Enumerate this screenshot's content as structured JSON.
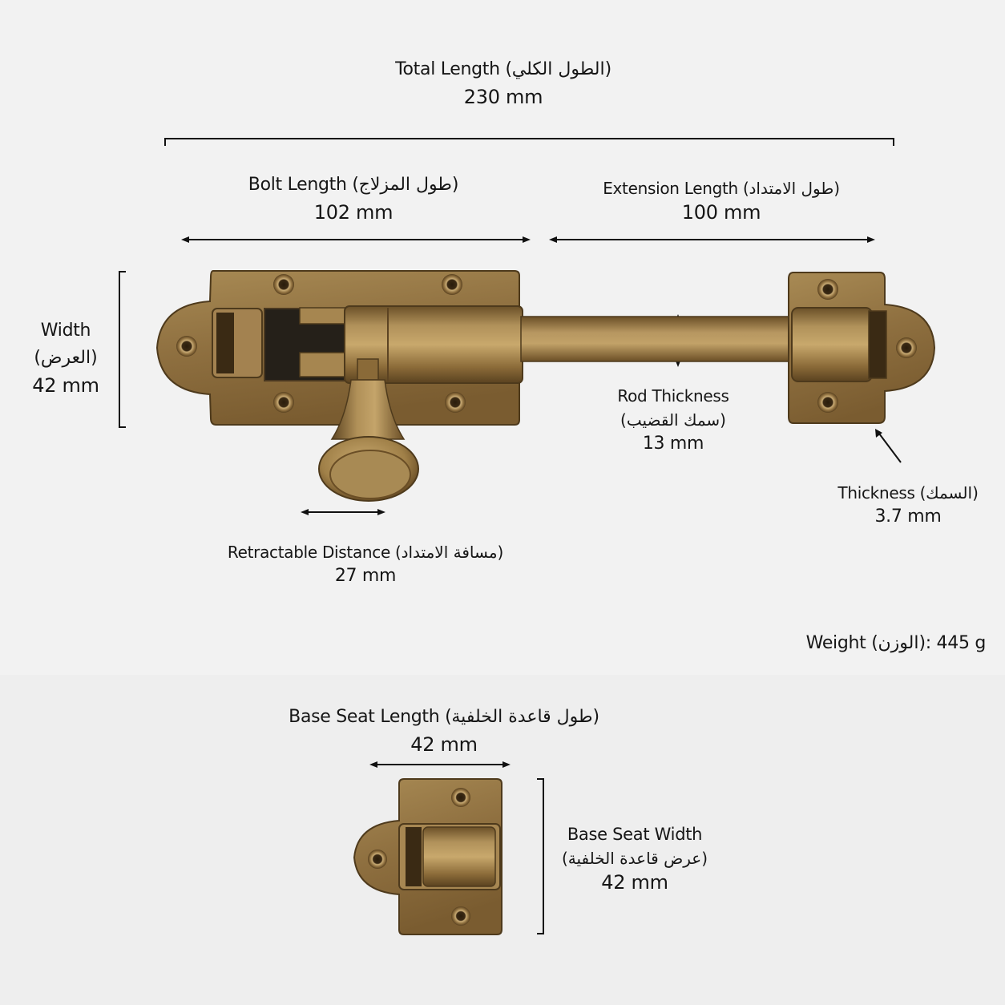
{
  "total_length": {
    "label": "Total Length (الطول الكلي)",
    "value": "230 mm"
  },
  "bolt_length": {
    "label": "Bolt Length (طول المزلاج)",
    "value": "102 mm"
  },
  "extension_length": {
    "label": "Extension Length (طول الامتداد)",
    "value": "100 mm"
  },
  "width": {
    "label": "Width",
    "label_ar": "(العرض)",
    "value": "42 mm"
  },
  "rod_thickness": {
    "label": "Rod Thickness",
    "label_ar": "(سمك القضيب)",
    "value": "13 mm"
  },
  "thickness": {
    "label": "Thickness (السمك)",
    "value": "3.7 mm"
  },
  "retractable_distance": {
    "label": "Retractable Distance (مسافة الامتداد)",
    "value": "27 mm"
  },
  "weight": {
    "text": "Weight (الوزن): 445 g"
  },
  "base_seat_length": {
    "label": "Base Seat Length (طول قاعدة الخلفية)",
    "value": "42 mm"
  },
  "base_seat_width": {
    "label": "Base Seat Width",
    "label_ar": "(عرض قاعدة الخلفية)",
    "value": "42 mm"
  },
  "colors": {
    "brass": "#9a7b45",
    "brass_dark": "#5e4522",
    "brass_light": "#c4a46a",
    "line": "#111111",
    "background": "#f2f2f2"
  }
}
